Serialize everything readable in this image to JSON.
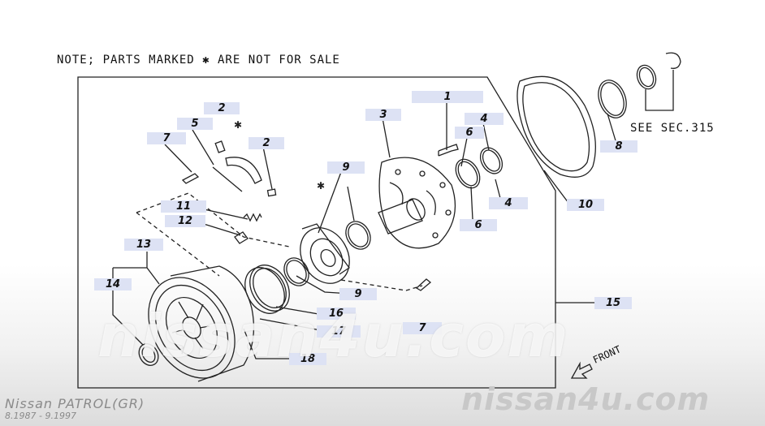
{
  "note": "NOTE; PARTS MARKED ✱ ARE NOT FOR SALE",
  "see_sec": "SEE SEC.315",
  "front_label": "FRONT",
  "callouts": [
    "1",
    "2",
    "2",
    "3",
    "4",
    "4",
    "5",
    "6",
    "6",
    "7",
    "7",
    "8",
    "9",
    "9",
    "10",
    "11",
    "12",
    "13",
    "14",
    "15",
    "16",
    "17",
    "18"
  ],
  "watermark": "nissan4u.com",
  "brand": "nissan4u.com",
  "model": "Nissan PATROL(GR)",
  "date_range": "8.1987 - 9.1997",
  "marker_symbol": "✱"
}
